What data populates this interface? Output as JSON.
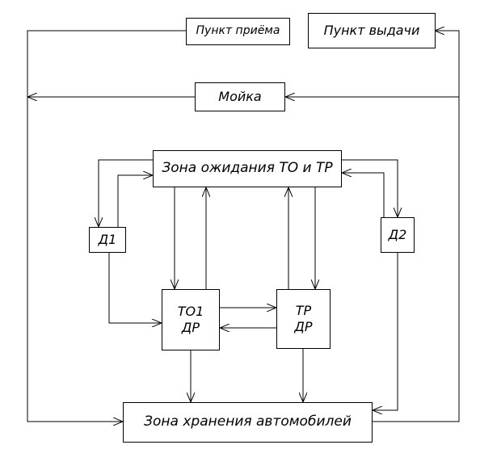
{
  "diagram": {
    "nodes": {
      "reception": {
        "label": "Пункт приёма"
      },
      "dispatch": {
        "label": "Пункт выдачи"
      },
      "wash": {
        "label": "Мойка"
      },
      "waiting_zone": {
        "label": "Зона ожидания ТО и ТР"
      },
      "d1": {
        "label": "Д1"
      },
      "d2": {
        "label": "Д2"
      },
      "to1": {
        "label": "ТО1\nДР"
      },
      "tr": {
        "label": "ТР\nДР"
      },
      "storage": {
        "label": "Зона хранения автомобилей"
      }
    },
    "line_color": "#000000",
    "edges": [
      {
        "from": "reception",
        "to": "storage"
      },
      {
        "from": "storage",
        "to": "dispatch"
      },
      {
        "from": "storage",
        "to": "wash"
      },
      {
        "from": "wash",
        "to": "storage"
      },
      {
        "from": "waiting_zone",
        "to": "d1"
      },
      {
        "from": "d1",
        "to": "waiting_zone"
      },
      {
        "from": "waiting_zone",
        "to": "d2"
      },
      {
        "from": "d2",
        "to": "waiting_zone"
      },
      {
        "from": "d1",
        "to": "to1"
      },
      {
        "from": "waiting_zone",
        "to": "to1"
      },
      {
        "from": "to1",
        "to": "waiting_zone"
      },
      {
        "from": "waiting_zone",
        "to": "tr"
      },
      {
        "from": "tr",
        "to": "waiting_zone"
      },
      {
        "from": "to1",
        "to": "tr"
      },
      {
        "from": "tr",
        "to": "to1"
      },
      {
        "from": "to1",
        "to": "storage"
      },
      {
        "from": "tr",
        "to": "storage"
      },
      {
        "from": "d2",
        "to": "storage"
      }
    ]
  }
}
